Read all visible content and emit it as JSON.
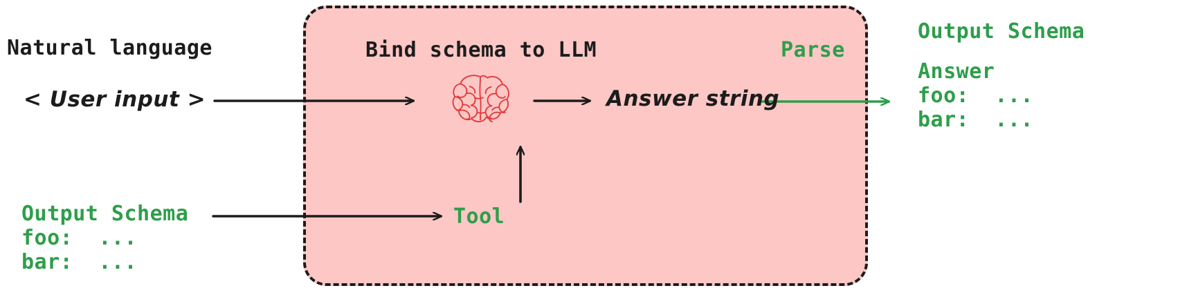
{
  "diagram": {
    "title_text_left": "Natural language",
    "user_input": "< User input >",
    "left_schema": "Output Schema\nfoo:  ...\nbar:  ...",
    "box_header": "Bind schema to LLM",
    "parse": "Parse",
    "answer_string": "Answer string",
    "tool": "Tool",
    "right_schema_title": "Output Schema",
    "right_schema_body": "Answer\nfoo:  ...\nbar:  ...",
    "colors": {
      "pink_fill": "#fcc7c5",
      "dashed_border": "#1c1c1c",
      "green_accent": "#2e9e4a",
      "brain_red": "#e03b3b",
      "arrow_black": "#1c1c1c",
      "background": "#ffffff"
    },
    "icons": {
      "brain": "brain-icon"
    }
  }
}
